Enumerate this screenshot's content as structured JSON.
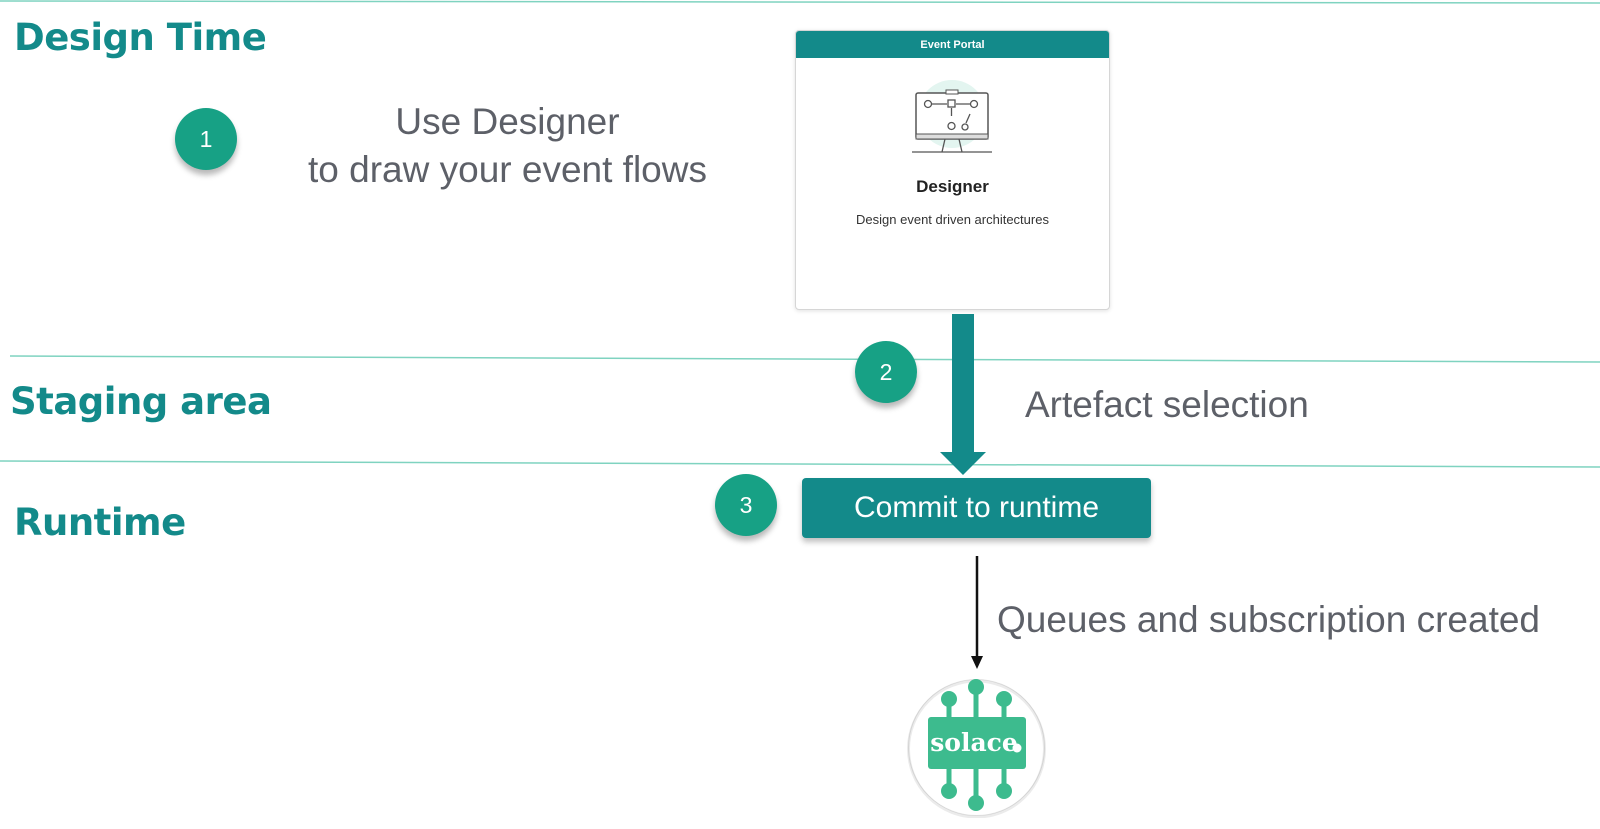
{
  "zones": {
    "design_time": "Design Time",
    "staging_area": "Staging area",
    "runtime": "Runtime"
  },
  "steps": {
    "step1": "1",
    "step2": "2",
    "step3": "3"
  },
  "step1_text": {
    "line1": "Use Designer",
    "line2": "to draw your event flows"
  },
  "card": {
    "header": "Event Portal",
    "title": "Designer",
    "subtitle": "Design event driven architectures",
    "icon": "designer-whiteboard-icon"
  },
  "artefact_label": "Artefact selection",
  "commit_button": "Commit to runtime",
  "queues_label": "Queues and subscription created",
  "logo": {
    "text": "solace",
    "icon": "solace-logo"
  },
  "colors": {
    "teal_dark": "#138a8a",
    "teal_step": "#17a185",
    "solace_green": "#3dbb8e",
    "text_gray": "#5d6068",
    "divider": "#7fd3c0"
  }
}
